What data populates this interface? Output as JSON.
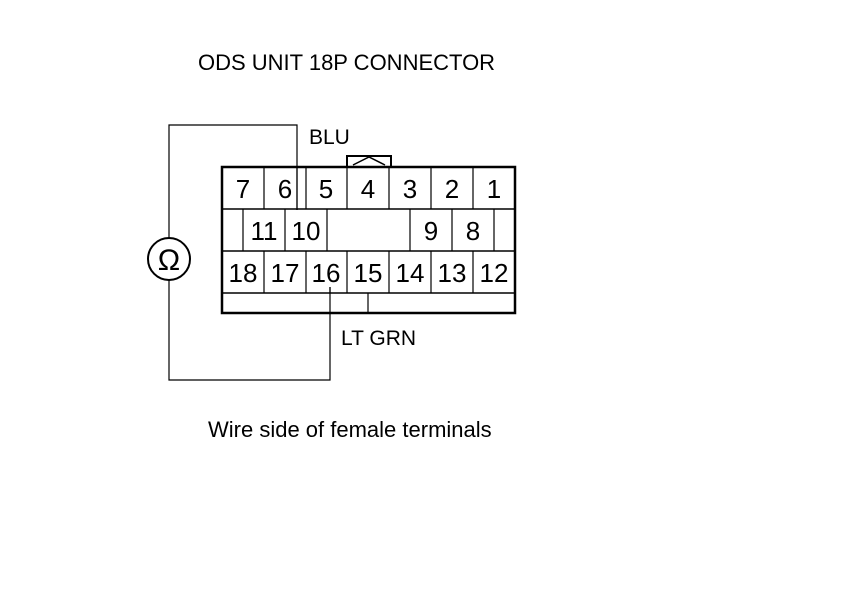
{
  "title": "ODS UNIT 18P CONNECTOR",
  "wire_labels": {
    "top": "BLU",
    "bottom": "LT GRN"
  },
  "meter_symbol": "Ω",
  "caption": "Wire side of female terminals",
  "pins": {
    "row1": [
      "7",
      "6",
      "5",
      "4",
      "3",
      "2",
      "1"
    ],
    "row2_left": [
      "11",
      "10"
    ],
    "row2_right": [
      "9",
      "8"
    ],
    "row3": [
      "18",
      "17",
      "16",
      "15",
      "14",
      "13",
      "12"
    ]
  }
}
